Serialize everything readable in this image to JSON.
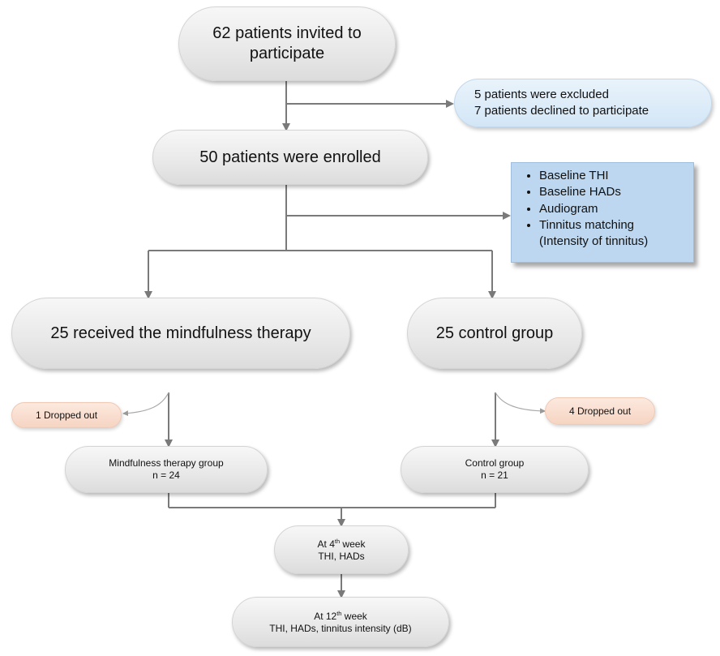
{
  "invited": {
    "line1": "62 patients invited to",
    "line2": "participate"
  },
  "excluded": {
    "line1": "5 patients were excluded",
    "line2": "7 patients declined to participate"
  },
  "enrolled": {
    "text": "50 patients were enrolled"
  },
  "assessments": {
    "items": [
      "Baseline THI",
      "Baseline HADs",
      "Audiogram",
      "Tinnitus matching",
      "(Intensity of tinnitus)"
    ]
  },
  "mindfulness_arm": {
    "text": "25 received the mindfulness therapy"
  },
  "control_arm": {
    "text": "25 control group"
  },
  "dropout_left": {
    "text": "1 Dropped out"
  },
  "dropout_right": {
    "text": "4 Dropped out"
  },
  "mindfulness_group": {
    "line1": "Mindfulness therapy group",
    "line2": "n = 24"
  },
  "control_group": {
    "line1": "Control group",
    "line2": "n = 21"
  },
  "week4": {
    "pre": "At 4",
    "sup": "th",
    "post": " week",
    "line2": "THI, HADs"
  },
  "week12": {
    "pre": "At 12",
    "sup": "th",
    "post": " week",
    "line2": "THI, HADs,  tinnitus intensity (dB)"
  },
  "colors": {
    "connector": "#7a7a7a",
    "pill": "#e8e8e8",
    "info_blue": "#d3e6f6",
    "assessment_blue": "#bcd7ef",
    "dropout_peach": "#f6d4c2"
  }
}
